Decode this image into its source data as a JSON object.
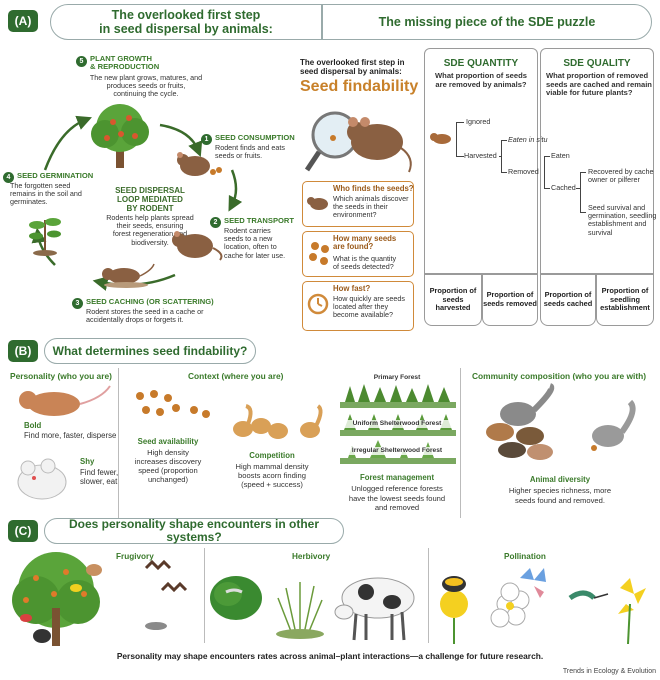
{
  "panel_a": {
    "badge": "(A)",
    "header_left": "The overlooked first step\nin seed dispersal by animals:",
    "header_right": "The missing piece of the SDE puzzle",
    "cycle": {
      "step5_num": "5",
      "step5_title": "PLANT GROWTH\n& REPRODUCTION",
      "step5_text": "The new plant grows, matures, and\nproduces seeds or fruits,\ncontinuing the cycle.",
      "step1_num": "1",
      "step1_title": "SEED CONSUMPTION",
      "step1_text": "Rodent finds and eats\nseeds or fruits.",
      "step2_num": "2",
      "step2_title": "SEED TRANSPORT",
      "step2_text": "Rodent carries\nseeds to a new\nlocation, often to\ncache for later use.",
      "step3_num": "3",
      "step3_title": "SEED CACHING (OR SCATTERING)",
      "step3_text": "Rodent stores the seed in a cache or\naccidentally drops or forgets it.",
      "step4_num": "4",
      "step4_title": "SEED GERMINATION",
      "step4_text": "The forgotten seed\nremains in the soil and\ngerminates.",
      "center_title": "SEED DISPERSAL\nLOOP MEDIATED\nBY RODENT",
      "center_text": "Rodents help plants spread\ntheir seeds, ensuring\nforest regeneration and\nbiodiversity."
    },
    "findability": {
      "intro": "The overlooked first step in\nseed dispersal by animals:",
      "title": "Seed findability",
      "q1_title": "Who finds the seeds?",
      "q1_text": "Which animals discover\nthe seeds in their\nenvironment?",
      "q2_title": "How many seeds\nare found?",
      "q2_text": "What is the quantity\nof seeds detected?",
      "q3_title": "How fast?",
      "q3_text": "How quickly are seeds\nlocated after they\nbecome available?"
    },
    "sde_quantity": {
      "title": "SDE QUANTITY",
      "question": "What proportion of seeds\nare removed by animals?",
      "ignored": "Ignored",
      "harvested": "Harvested",
      "eaten_in_situ": "Eaten in situ",
      "removed": "Removed"
    },
    "sde_quality": {
      "title": "SDE QUALITY",
      "question": "What proportion of removed\nseeds are cached and remain\nviable for future plants?",
      "eaten": "Eaten",
      "cached": "Cached",
      "recovered": "Recovered by cache\nowner or pilferer",
      "survival": "Seed survival and\ngermination, seedling\nestablishment and\nsurvival"
    },
    "bottom_boxes": [
      "Proportion of\nseeds harvested",
      "Proportion of\nseeds removed",
      "Proportion of\nseeds cached",
      "Proportion of\nseedling\nestablishment"
    ]
  },
  "panel_b": {
    "badge": "(B)",
    "title": "What determines seed findability?",
    "personality_header": "Personality (who you are)",
    "bold_label": "Bold",
    "bold_text": "Find more, faster, disperse",
    "shy_label": "Shy",
    "shy_text": "Find fewer,\nslower, eat",
    "context_header": "Context (where you are)",
    "seed_avail_title": "Seed availability",
    "seed_avail_text": "High density\nincreases discovery\nspeed (proportion\nunchanged)",
    "competition_title": "Competition",
    "competition_text": "High mammal density\nboosts acorn finding\n(speed + success)",
    "forest_primary": "Primary Forest",
    "forest_uniform": "Uniform Shelterwood Forest",
    "forest_irregular": "Irregular Shelterwood Forest",
    "forest_mgmt_title": "Forest management",
    "forest_mgmt_text": "Unlogged reference forests\nhave the lowest seeds found\nand removed",
    "community_header": "Community composition (who you are with)",
    "animal_div_title": "Animal diversity",
    "animal_div_text": "Higher species richness, more\nseeds found and removed."
  },
  "panel_c": {
    "badge": "(C)",
    "title": "Does personality shape encounters in other systems?",
    "frugivory": "Frugivory",
    "herbivory": "Herbivory",
    "pollination": "Pollination",
    "footer": "Personality may shape encounters rates across animal–plant interactions—a challenge for future research."
  },
  "credit": "Trends in Ecology & Evolution",
  "colors": {
    "accent_green": "#2f6b2f",
    "orange": "#d08a3a",
    "border_gray": "#9a9a9a"
  }
}
